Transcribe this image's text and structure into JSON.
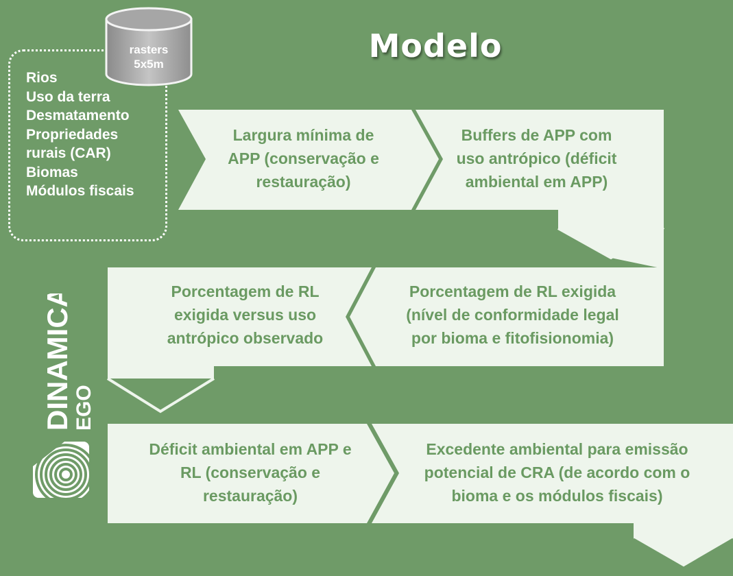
{
  "title": "Modelo",
  "inputs": {
    "storage_label_line1": "rasters",
    "storage_label_line2": "5x5m",
    "items": [
      "Rios",
      "Uso da terra",
      "Desmatamento",
      "Propriedades",
      "rurais (CAR)",
      "Biomas",
      "Módulos fiscais"
    ]
  },
  "steps": [
    {
      "lines": [
        "Largura mínima de",
        "APP (conservação e",
        "restauração)"
      ]
    },
    {
      "lines": [
        "Buffers de APP com",
        "uso antrópico (déficit",
        "ambiental em APP)"
      ]
    },
    {
      "lines": [
        "Porcentagem de RL exigida",
        "(nível de conformidade legal",
        "por bioma e fitofisionomia)"
      ]
    },
    {
      "lines": [
        "Porcentagem de RL",
        "exigida versus uso",
        "antrópico observado"
      ]
    },
    {
      "lines": [
        "Déficit ambiental em APP e",
        "RL (conservação e",
        "restauração)"
      ]
    },
    {
      "lines": [
        "Excedente ambiental para emissão",
        "potencial de CRA (de acordo com o",
        "bioma e os módulos fiscais)"
      ]
    }
  ],
  "brand": {
    "name": "DINAMICA",
    "sub": "EGO"
  },
  "colors": {
    "background": "#6f9b68",
    "panel": "#eef5ec",
    "text": "#6a9a62",
    "white": "#ffffff"
  }
}
